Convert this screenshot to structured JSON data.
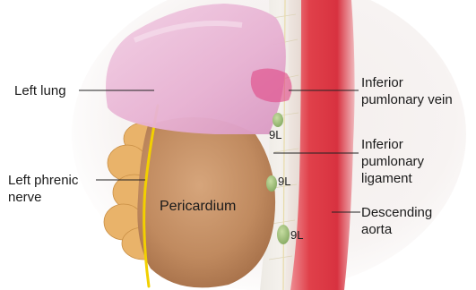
{
  "labels": {
    "left_lung": "Left lung",
    "left_phrenic_nerve": [
      "Left phrenic",
      "nerve"
    ],
    "pericardium": "Pericardium",
    "inferior_pulmonary_vein": [
      "Inferior",
      "pumlonary vein"
    ],
    "inferior_pulmonary_ligament": [
      "Inferior",
      "pumlonary",
      "ligament"
    ],
    "descending_aorta": [
      "Descending",
      "aorta"
    ]
  },
  "lymph_nodes": [
    "9L",
    "9L",
    "9L"
  ],
  "colors": {
    "lung": "#e9b7d6",
    "pericardium": "#c8966b",
    "aorta": "#e0404a",
    "phrenic_nerve": "#f2d000",
    "fat": "#e9b36a",
    "node": "#9fc07a",
    "leader_line": "#222222"
  }
}
